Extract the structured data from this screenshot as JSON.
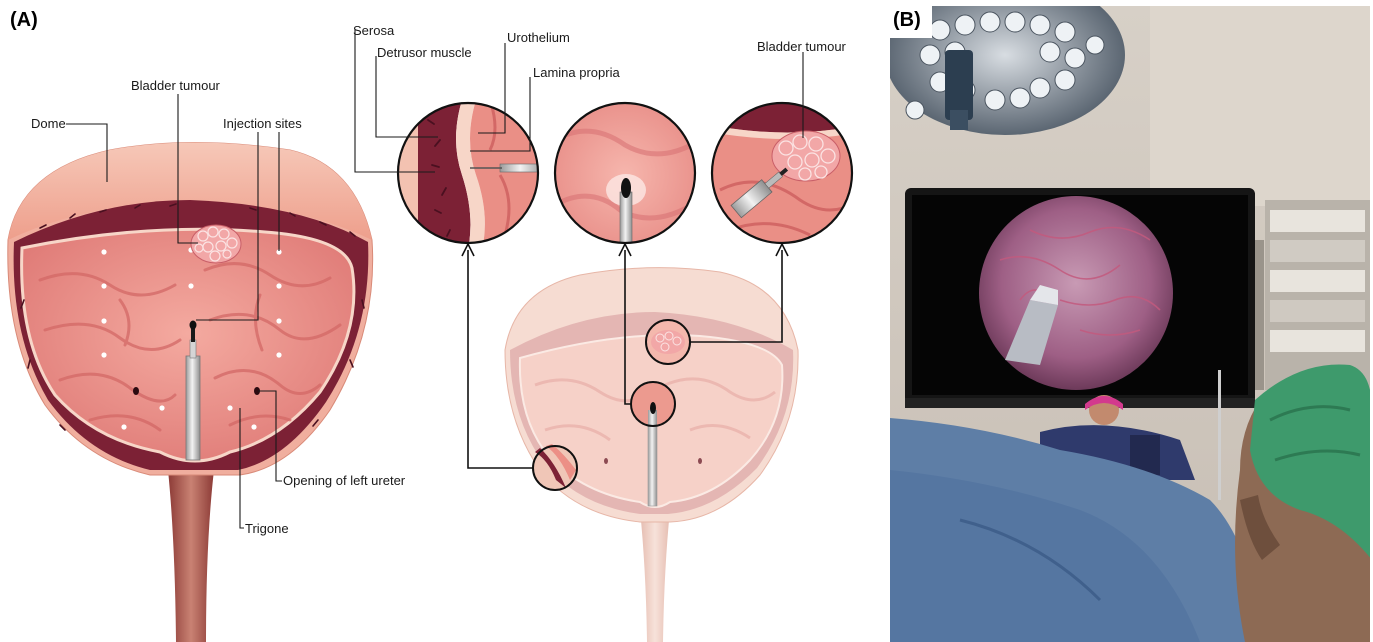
{
  "panels": {
    "a": "(A)",
    "b": "(B)"
  },
  "labels": {
    "dome": "Dome",
    "bladder_tumour_left": "Bladder tumour",
    "injection_sites": "Injection sites",
    "opening_left_ureter": "Opening of left ureter",
    "trigone": "Trigone",
    "serosa": "Serosa",
    "detrusor_muscle": "Detrusor muscle",
    "urothelium": "Urothelium",
    "lamina_propria": "Lamina propria",
    "bladder_tumour_right": "Bladder tumour"
  },
  "colors": {
    "dome_outer": "#f1b6a4",
    "wall_dark": "#7c2135",
    "lumen": "#e98c84",
    "lumen_fold": "#d96d6c",
    "tumour": "#ee9a9a",
    "faded_bladder": "#f6dcd2",
    "scope_screen": "#b77b9c"
  },
  "icons": {
    "cystoscope": "cystoscope-icon",
    "needle": "needle-icon"
  }
}
